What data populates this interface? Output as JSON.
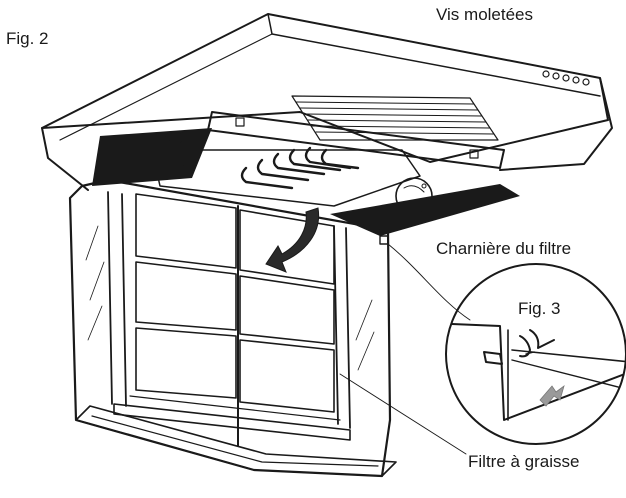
{
  "labels": {
    "fig2": "Fig. 2",
    "vis_moletees": "Vis moletées",
    "charniere": "Charnière du filtre",
    "fig3": "Fig. 3",
    "filtre": "Filtre à graisse"
  },
  "colors": {
    "ink": "#1a1a1a",
    "paper": "#ffffff",
    "filter_grain": "#8a8a8a",
    "arrow_fill": "#2a2a2a",
    "detail_arrow": "#9a9a9a"
  },
  "icons": {
    "knurled_screw": "knurled-screw-icon",
    "hinge": "hinge-icon",
    "rotation_arrow": "curved-arrow-icon"
  }
}
